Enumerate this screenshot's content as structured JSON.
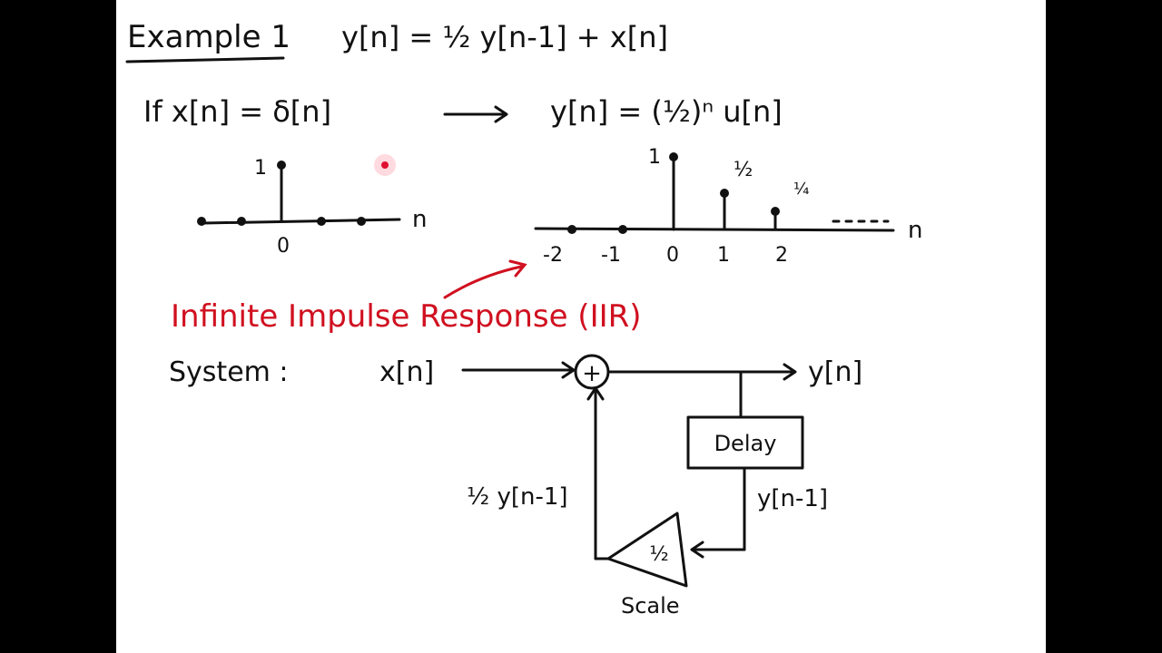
{
  "header": {
    "title": "Example 1",
    "equation": "y[n] = ½ y[n-1] + x[n]"
  },
  "impulse": {
    "condition": "If x[n] = δ[n]",
    "result": "y[n] = (½)ⁿ u[n]"
  },
  "input_plot": {
    "axis_label": "n",
    "tick_labels": [
      "0"
    ],
    "value_label": "1",
    "sample_positions": [
      -2,
      -1,
      0,
      1,
      2
    ],
    "sample_values": [
      0,
      0,
      1,
      0,
      0
    ]
  },
  "output_plot": {
    "axis_label": "n",
    "tick_labels": [
      "-2",
      "-1",
      "0",
      "1",
      "2"
    ],
    "value_labels": [
      "1",
      "½",
      "¼"
    ],
    "sample_positions": [
      -2,
      -1,
      0,
      1,
      2
    ],
    "sample_values": [
      0,
      0,
      1,
      0.5,
      0.25
    ]
  },
  "iir_label": "Infinite Impulse Response (IIR)",
  "system": {
    "label": "System :",
    "input": "x[n]",
    "output": "y[n]",
    "adder": "+",
    "delay": "Delay",
    "delayed": "y[n-1]",
    "feedback": "½ y[n-1]",
    "gain": "½",
    "scale": "Scale"
  },
  "colors": {
    "ink": "#111111",
    "accent": "#d01020",
    "board": "#ffffff"
  }
}
